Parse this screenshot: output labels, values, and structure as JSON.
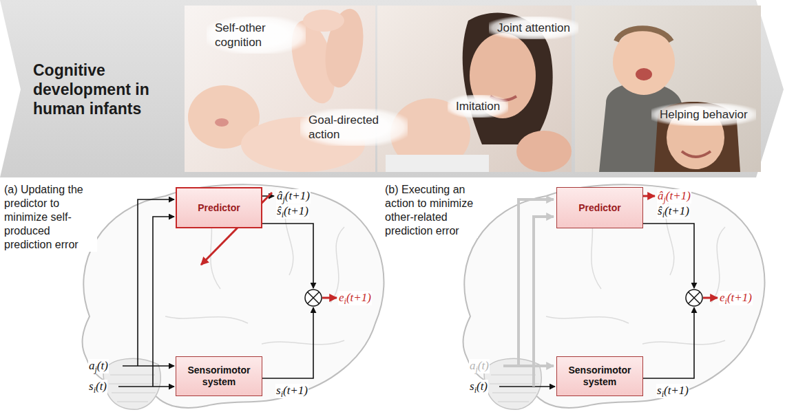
{
  "diagram": {
    "title": "Cognitive development in human infants",
    "nodes": [
      {
        "text": [
          "Predictor"
        ]
      },
      {
        "text": [
          "Sensorimotor system"
        ]
      },
      {
        "text": [
          "Predictor"
        ]
      },
      {
        "text": [
          "Sensorimotor system"
        ]
      }
    ],
    "labels": [
      "Self-other cognition",
      "Goal-directed action",
      "Imitation",
      "Joint attention",
      "Helping behavior",
      "(a) Updating the predictor to minimize self-produced prediction error",
      "âj(t+1)",
      "ŝi(t+1)",
      "ei(t+1)",
      "aj(t)",
      "si(t)",
      "si(t+1)",
      "(b) Executing an action to minimize other-related prediction error",
      "âj(t+1)",
      "ŝi(t+1)",
      "ei(t+1)",
      "aj(t)",
      "si(t)",
      "si(t+1)"
    ]
  }
}
